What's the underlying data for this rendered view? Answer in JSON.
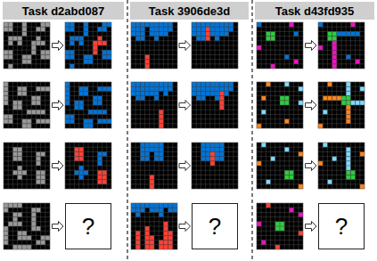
{
  "diagram": {
    "nodes": [
      {
        "text": [
          "Task d2abd087"
        ]
      },
      {
        "text": [
          "Task 3906de3d"
        ]
      },
      {
        "text": [
          "Task d43fd935"
        ]
      },
      {
        "text": [
          "?"
        ]
      },
      {
        "text": [
          "?"
        ]
      },
      {
        "text": [
          "?"
        ]
      }
    ]
  }
}
